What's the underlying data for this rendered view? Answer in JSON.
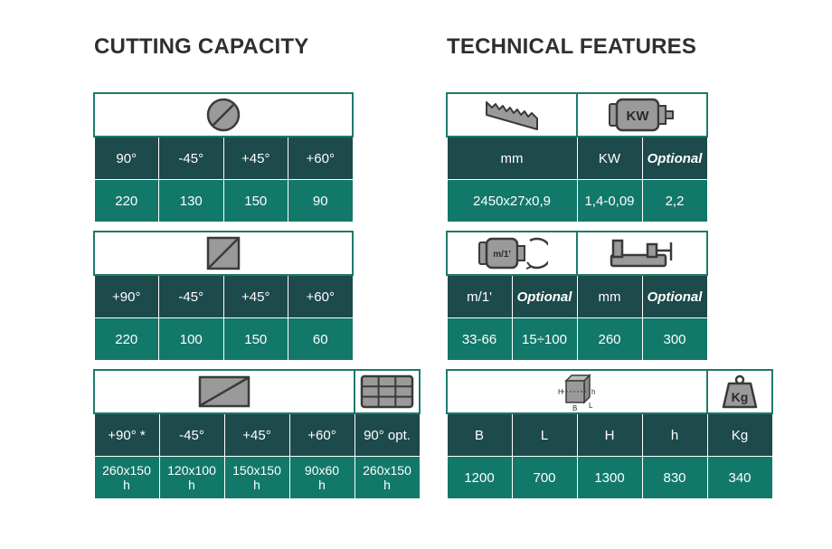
{
  "cutting": {
    "title": "CUTTING CAPACITY",
    "round": {
      "headers": [
        "90°",
        "-45°",
        "+45°",
        "+60°"
      ],
      "values": [
        "220",
        "130",
        "150",
        "90"
      ]
    },
    "square": {
      "headers": [
        "+90°",
        "-45°",
        "+45°",
        "+60°"
      ],
      "values": [
        "220",
        "100",
        "150",
        "60"
      ]
    },
    "rect": {
      "headers": [
        "+90° *",
        "-45°",
        "+45°",
        "+60°",
        "90° opt."
      ],
      "values": [
        {
          "size": "260x150",
          "unit": "h"
        },
        {
          "size": "120x100",
          "unit": "h"
        },
        {
          "size": "150x150",
          "unit": "h"
        },
        {
          "size": "90x60",
          "unit": "h"
        },
        {
          "size": "260x150",
          "unit": "h"
        }
      ]
    }
  },
  "technical": {
    "title": "TECHNICAL FEATURES",
    "blade_motor": {
      "motor_icon_text": "KW",
      "headers": [
        "mm",
        "KW",
        "Optional"
      ],
      "values": [
        "2450x27x0,9",
        "1,4-0,09",
        "2,2"
      ]
    },
    "speed_vise": {
      "speed_icon_text": "m/1'",
      "headers": [
        "m/1'",
        "Optional",
        "mm",
        "Optional"
      ],
      "values": [
        "33-66",
        "15÷100",
        "260",
        "300"
      ]
    },
    "dimensions": {
      "dim_icon_labels": {
        "h_left": "H",
        "h_right": "h",
        "b": "B",
        "l": "L"
      },
      "weight_icon_text": "Kg",
      "headers": [
        "B",
        "L",
        "H",
        "h",
        "Kg"
      ],
      "values": [
        "1200",
        "700",
        "1300",
        "830",
        "340"
      ]
    }
  },
  "colors": {
    "header_bg": "#1d4a4b",
    "value_bg": "#12786a",
    "icon_border": "#1e7a6c"
  }
}
